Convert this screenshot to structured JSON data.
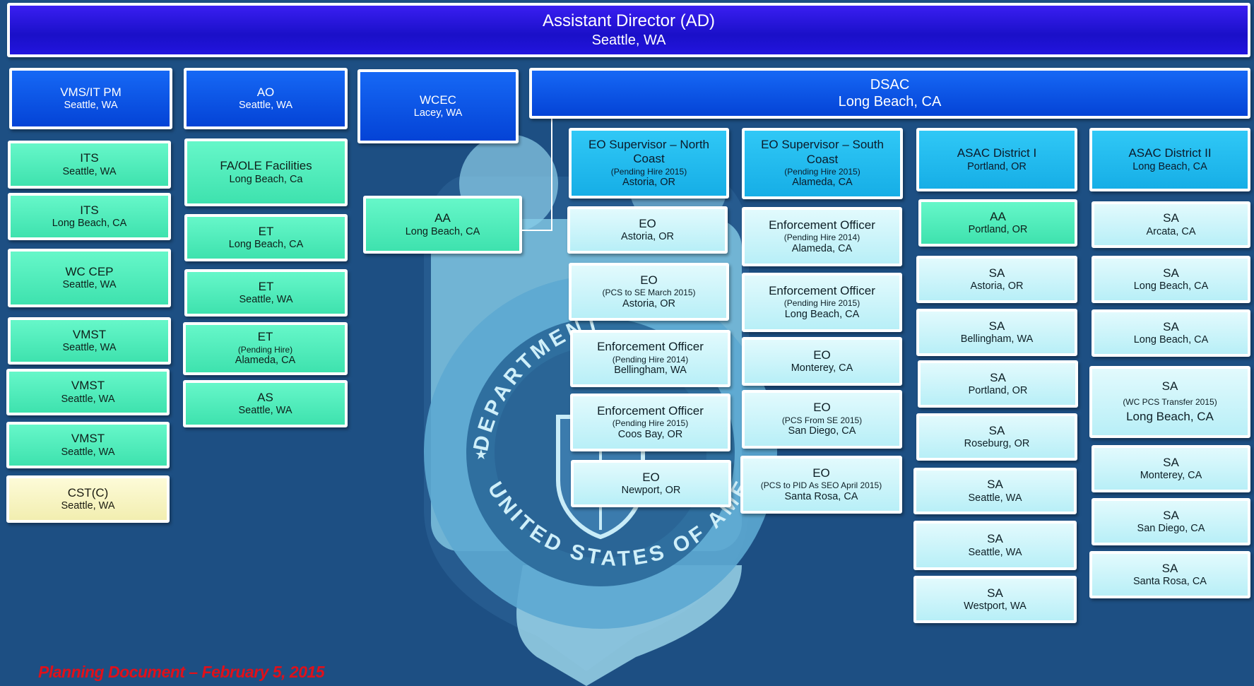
{
  "watermark": {
    "arc_top": "DEPARTMENT",
    "arc_bottom": "UNITED STATES OF AMERICA"
  },
  "ad": {
    "title": "Assistant Director (AD)",
    "location": "Seattle, WA"
  },
  "col1": [
    {
      "title": "VMS/IT PM",
      "location": "Seattle, WA"
    },
    {
      "title": "ITS",
      "location": "Seattle, WA"
    },
    {
      "title": "ITS",
      "location": "Long Beach, CA"
    },
    {
      "title": "WC CEP",
      "location": "Seattle, WA"
    },
    {
      "title": "VMST",
      "location": "Seattle, WA"
    },
    {
      "title": "VMST",
      "location": "Seattle, WA"
    },
    {
      "title": "VMST",
      "location": "Seattle, WA"
    },
    {
      "title": "CST(C)",
      "location": "Seattle, WA"
    }
  ],
  "col2": [
    {
      "title": "AO",
      "location": "Seattle, WA"
    },
    {
      "title": "FA/OLE Facilities",
      "location": "Long Beach, Ca"
    },
    {
      "title": "ET",
      "location": "Long Beach, CA"
    },
    {
      "title": "ET",
      "location": "Seattle, WA"
    },
    {
      "title": "ET",
      "note": "(Pending Hire)",
      "location": "Alameda, CA"
    },
    {
      "title": "AS",
      "location": "Seattle, WA"
    }
  ],
  "col3": [
    {
      "title": "WCEC",
      "location": "Lacey, WA"
    },
    {
      "title": "AA",
      "location": "Long Beach, CA"
    }
  ],
  "dsac": {
    "title": "DSAC",
    "location": "Long Beach, CA"
  },
  "col4": [
    {
      "title": "EO Supervisor – North Coast",
      "note": "(Pending Hire 2015)",
      "location": "Astoria, OR"
    },
    {
      "title": "EO",
      "location": "Astoria, OR"
    },
    {
      "title": "EO",
      "note": "(PCS to SE March 2015)",
      "location": "Astoria, OR"
    },
    {
      "title": "Enforcement Officer",
      "note": "(Pending Hire 2014)",
      "location": "Bellingham, WA"
    },
    {
      "title": "Enforcement Officer",
      "note": "(Pending Hire 2015)",
      "location": "Coos Bay, OR"
    },
    {
      "title": "EO",
      "location": "Newport, OR"
    }
  ],
  "col5": [
    {
      "title": "EO Supervisor – South Coast",
      "note": "(Pending Hire 2015)",
      "location": "Alameda, CA"
    },
    {
      "title": "Enforcement Officer",
      "note": "(Pending Hire 2014)",
      "location": "Alameda, CA"
    },
    {
      "title": "Enforcement Officer",
      "note": "(Pending Hire 2015)",
      "location": "Long Beach, CA"
    },
    {
      "title": "EO",
      "location": "Monterey, CA"
    },
    {
      "title": "EO",
      "note": "(PCS From SE 2015)",
      "location": "San Diego, CA"
    },
    {
      "title": "EO",
      "note": "(PCS to PID As SEO April 2015)",
      "location": "Santa Rosa, CA"
    }
  ],
  "col6": [
    {
      "title": "ASAC District I",
      "location": "Portland, OR"
    },
    {
      "title": "AA",
      "location": "Portland, OR"
    },
    {
      "title": "SA",
      "location": "Astoria, OR"
    },
    {
      "title": "SA",
      "location": "Bellingham, WA"
    },
    {
      "title": "SA",
      "location": "Portland, OR"
    },
    {
      "title": "SA",
      "location": "Roseburg, OR"
    },
    {
      "title": "SA",
      "location": "Seattle, WA"
    },
    {
      "title": "SA",
      "location": "Seattle, WA"
    },
    {
      "title": "SA",
      "location": "Westport, WA"
    }
  ],
  "col7": [
    {
      "title": "ASAC District II",
      "location": "Long Beach, CA"
    },
    {
      "title": "SA",
      "location": "Arcata, CA"
    },
    {
      "title": "SA",
      "location": "Long Beach, CA"
    },
    {
      "title": "SA",
      "location": "Long Beach, CA"
    },
    {
      "title": "SA",
      "note": "(WC PCS Transfer 2015)",
      "location": "Long Beach, CA"
    },
    {
      "title": "SA",
      "location": "Monterey, CA"
    },
    {
      "title": "SA",
      "location": "San Diego, CA"
    },
    {
      "title": "SA",
      "location": "Santa Rosa, CA"
    }
  ],
  "footer": {
    "text": "Planning Document – February 5, 2015"
  },
  "colors": {
    "background": "#1d4f83",
    "ad_box": "#2414e0",
    "manager_box": "#0a55e6",
    "supervisor_box": "#22bcef",
    "support_box": "#4fecb9",
    "field_box": "#cdf4fa",
    "contract_box": "#f8f5c4",
    "footer_text": "#e0101a"
  }
}
